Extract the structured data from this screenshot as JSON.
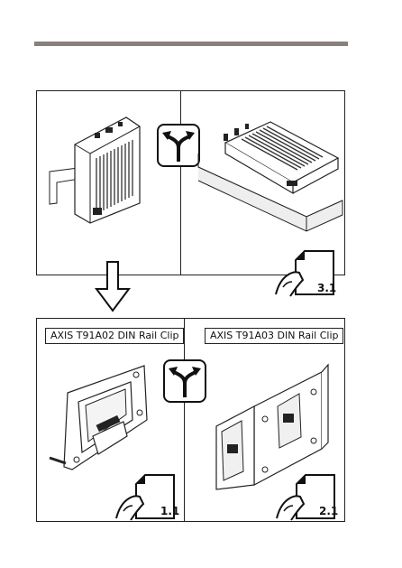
{
  "clips": {
    "left_label": "AXIS T91A02 DIN Rail Clip",
    "right_label": "AXIS T91A03 DIN Rail Clip"
  },
  "steps": {
    "top_right": "3.1",
    "bottom_left": "1.1",
    "bottom_right": "2.1"
  },
  "icons": {
    "choice": "branch-arrows-icon",
    "next": "down-arrow-icon",
    "step": "hand-page-turn-icon"
  }
}
